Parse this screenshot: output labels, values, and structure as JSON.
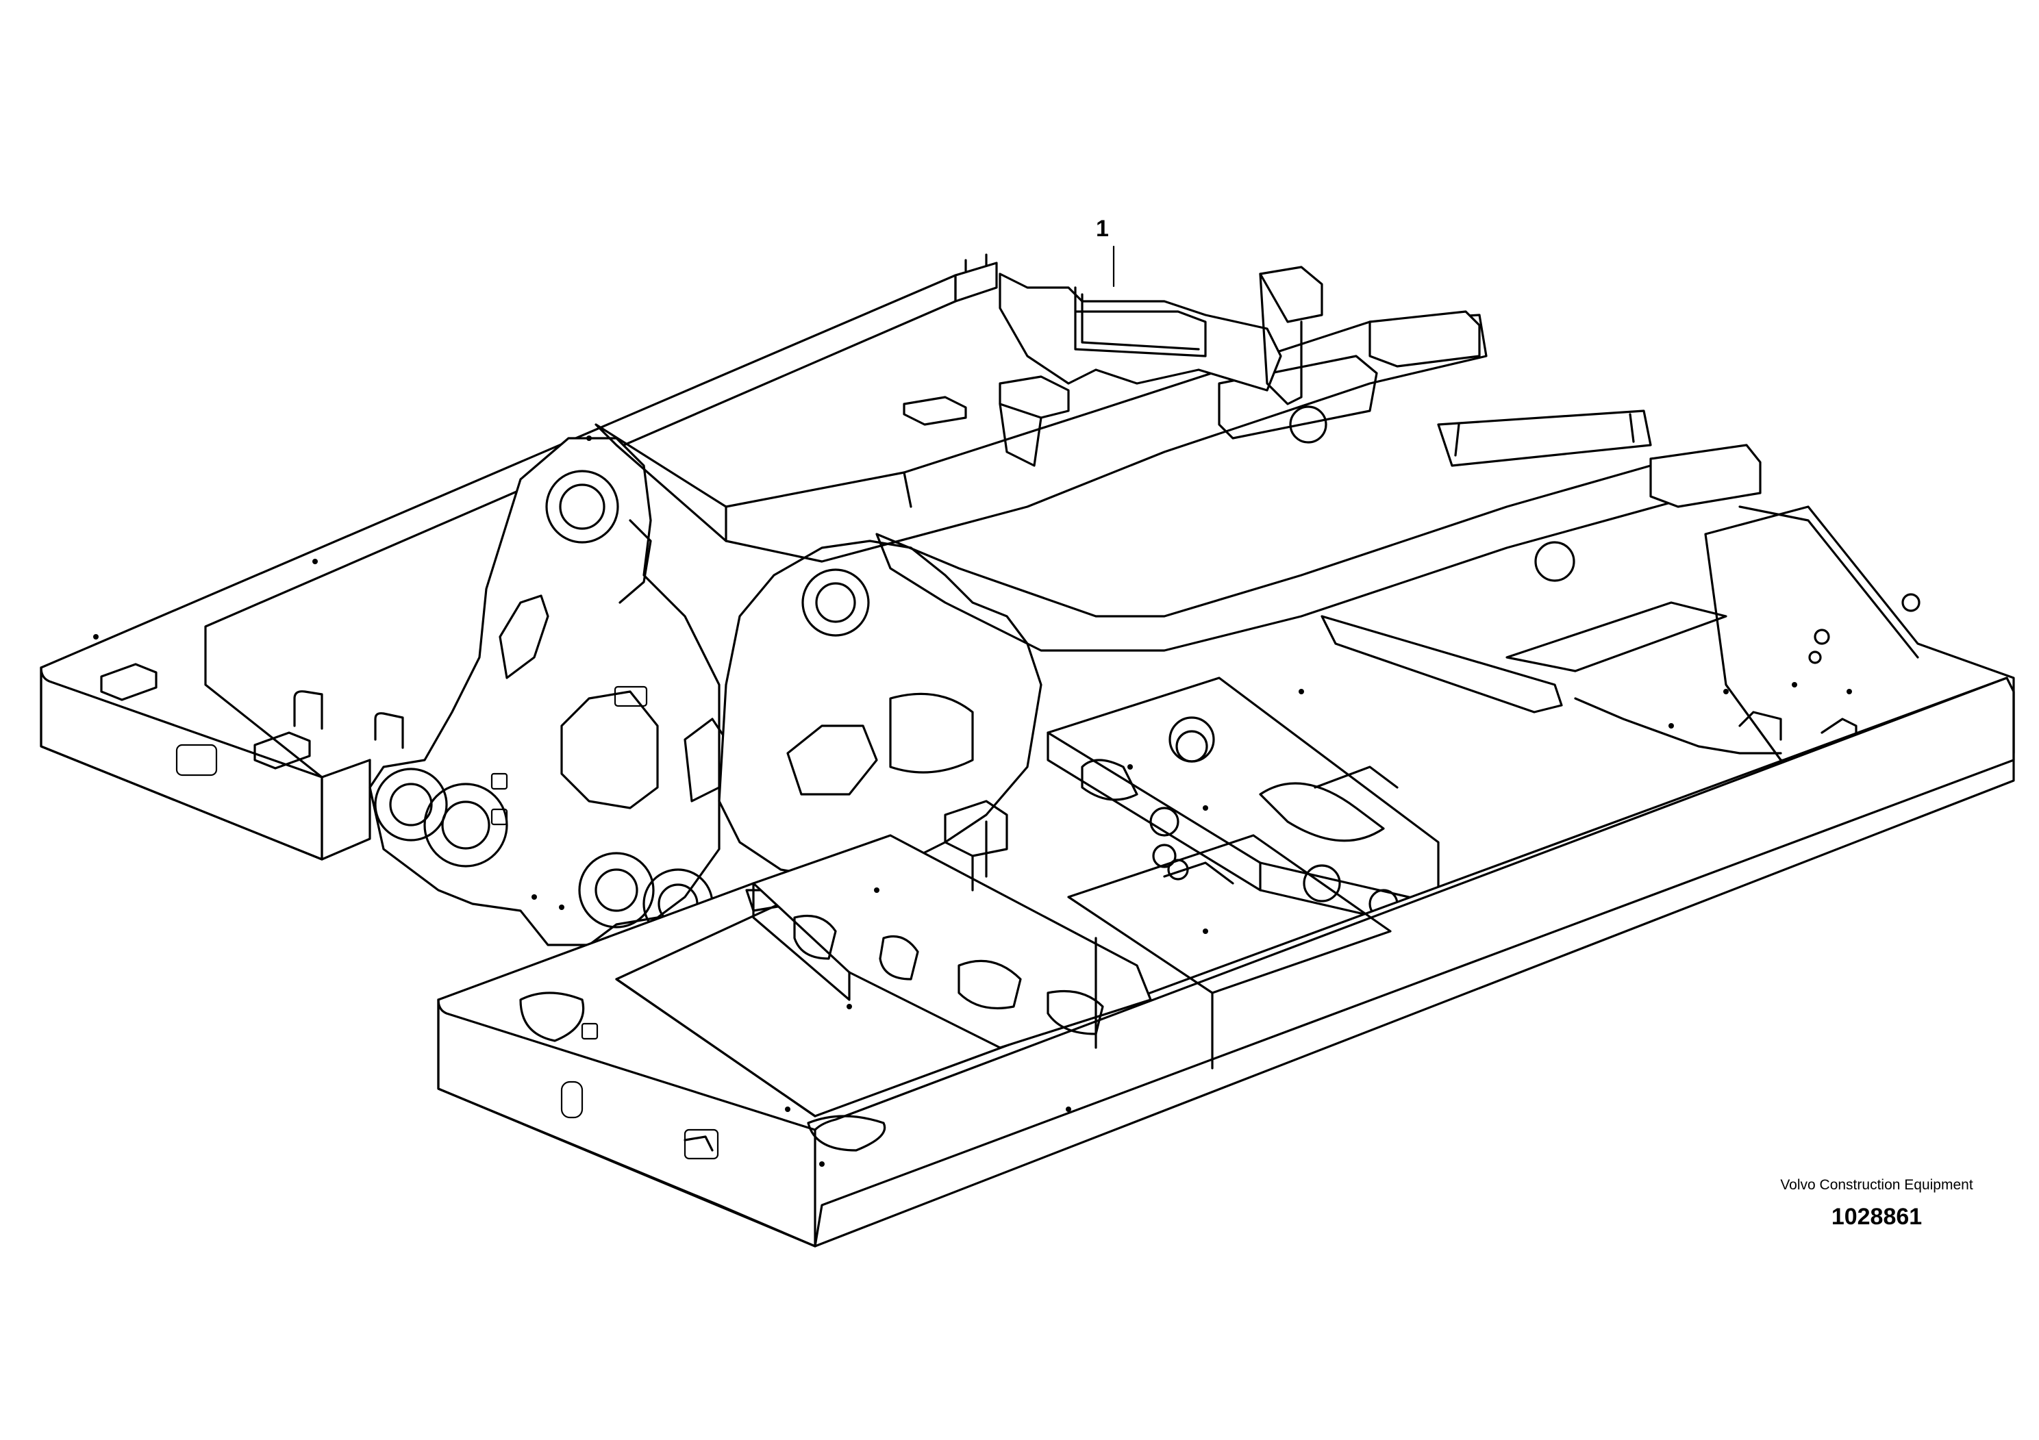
{
  "callouts": [
    {
      "number": "1"
    }
  ],
  "watermark": {
    "brand": "Volvo Construction Equipment",
    "drawing_number": "1028861"
  }
}
